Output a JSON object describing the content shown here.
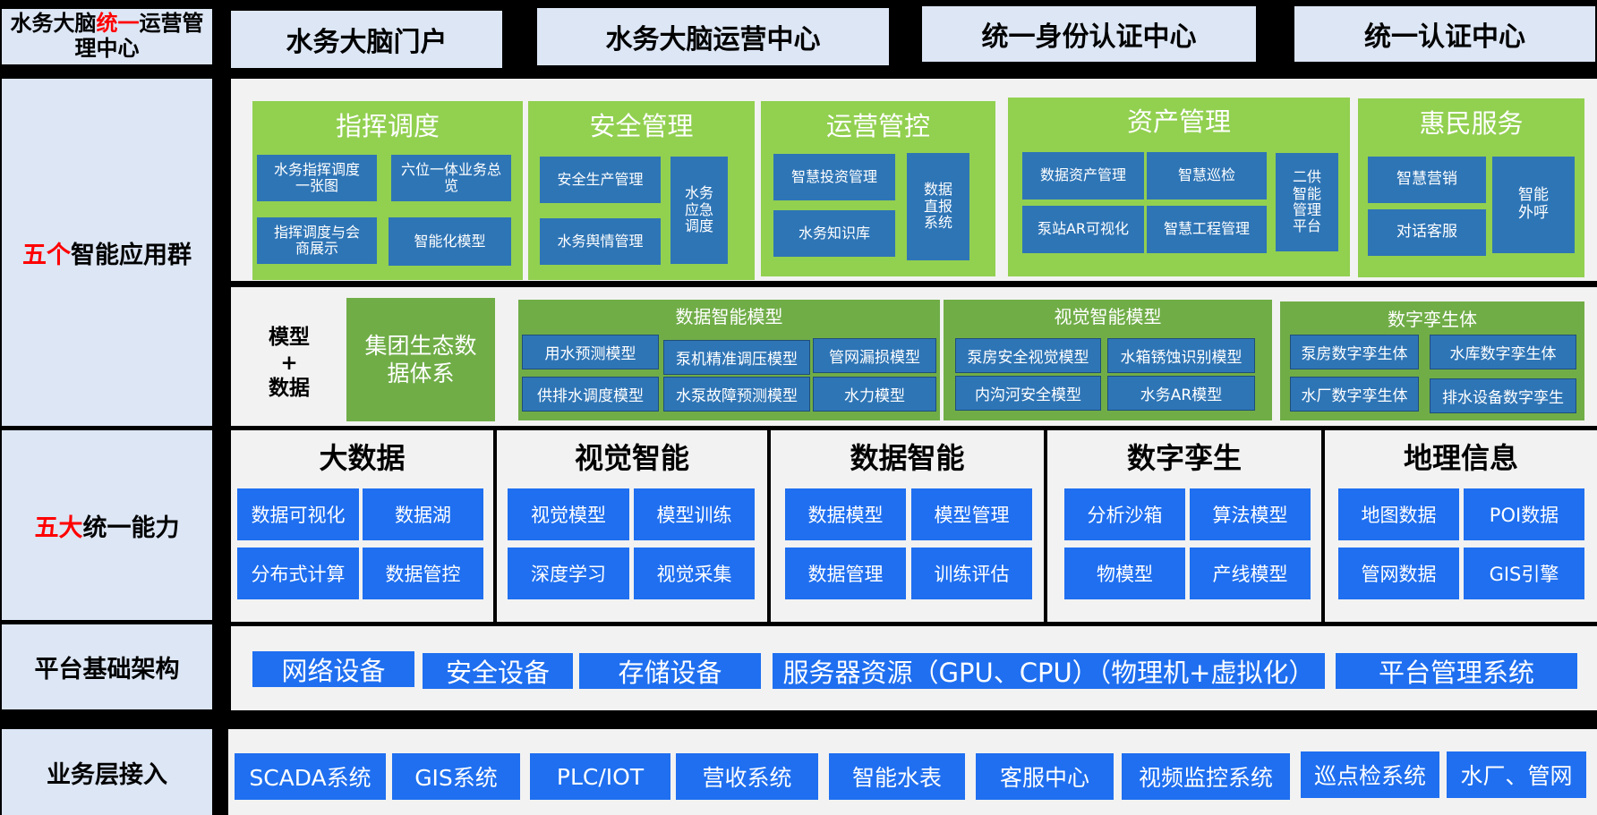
{
  "header": {
    "corner": {
      "pre": "水务大脑",
      "red": "统一",
      "post": "运营管理中心"
    },
    "tabs": [
      "水务大脑门户",
      "水务大脑运营中心",
      "统一身份认证中心",
      "统一认证中心"
    ]
  },
  "left_labels": {
    "apps": {
      "red": "五个",
      "rest": "智能应用群"
    },
    "abilities": {
      "red": "五大",
      "rest": "统一能力"
    },
    "infra": "平台基础架构",
    "access": "业务层接入"
  },
  "app_groups": [
    {
      "title": "指挥调度",
      "items": [
        "水务指挥调度一张图",
        "六位一体业务总览",
        "指挥调度与会商展示",
        "智能化模型"
      ]
    },
    {
      "title": "安全管理",
      "items": [
        "安全生产管理",
        "水务舆情管理",
        "水务应急调度"
      ]
    },
    {
      "title": "运营管控",
      "items": [
        "智慧投资管理",
        "水务知识库",
        "数据直报系统"
      ]
    },
    {
      "title": "资产管理",
      "items": [
        "数据资产管理",
        "智慧巡检",
        "泵站AR可视化",
        "智慧工程管理",
        "二供智能管理平台"
      ]
    },
    {
      "title": "惠民服务",
      "items": [
        "智慧营销",
        "对话客服",
        "智能外呼"
      ]
    }
  ],
  "model_row": {
    "label": {
      "l1": "模型",
      "l2": "+",
      "l3": "数据"
    },
    "ecosystem": "集团生态数据体系",
    "groups": [
      {
        "title": "数据智能模型",
        "items": [
          "用水预测模型",
          "泵机精准调压模型",
          "管网漏损模型",
          "供排水调度模型",
          "水泵故障预测模型",
          "水力模型"
        ]
      },
      {
        "title": "视觉智能模型",
        "items": [
          "泵房安全视觉模型",
          "水箱锈蚀识别模型",
          "内沟河安全模型",
          "水务AR模型"
        ]
      },
      {
        "title": "数字孪生体",
        "items": [
          "泵房数字孪生体",
          "水库数字孪生体",
          "水厂数字孪生体",
          "排水设备数字孪生"
        ]
      }
    ]
  },
  "abilities": [
    {
      "title": "大数据",
      "items": [
        "数据可视化",
        "数据湖",
        "分布式计算",
        "数据管控"
      ]
    },
    {
      "title": "视觉智能",
      "items": [
        "视觉模型",
        "模型训练",
        "深度学习",
        "视觉采集"
      ]
    },
    {
      "title": "数据智能",
      "items": [
        "数据模型",
        "模型管理",
        "数据管理",
        "训练评估"
      ]
    },
    {
      "title": "数字孪生",
      "items": [
        "分析沙箱",
        "算法模型",
        "物模型",
        "产线模型"
      ]
    },
    {
      "title": "地理信息",
      "items": [
        "地图数据",
        "POI数据",
        "管网数据",
        "GIS引擎"
      ]
    }
  ],
  "infra_items": [
    "网络设备",
    "安全设备",
    "存储设备",
    "服务器资源（GPU、CPU）（物理机+虚拟化）",
    "平台管理系统"
  ],
  "access_items": [
    "SCADA系统",
    "GIS系统",
    "PLC/IOT",
    "营收系统",
    "智能水表",
    "客服中心",
    "视频监控系统",
    "巡点检系统",
    "水厂、管网"
  ]
}
